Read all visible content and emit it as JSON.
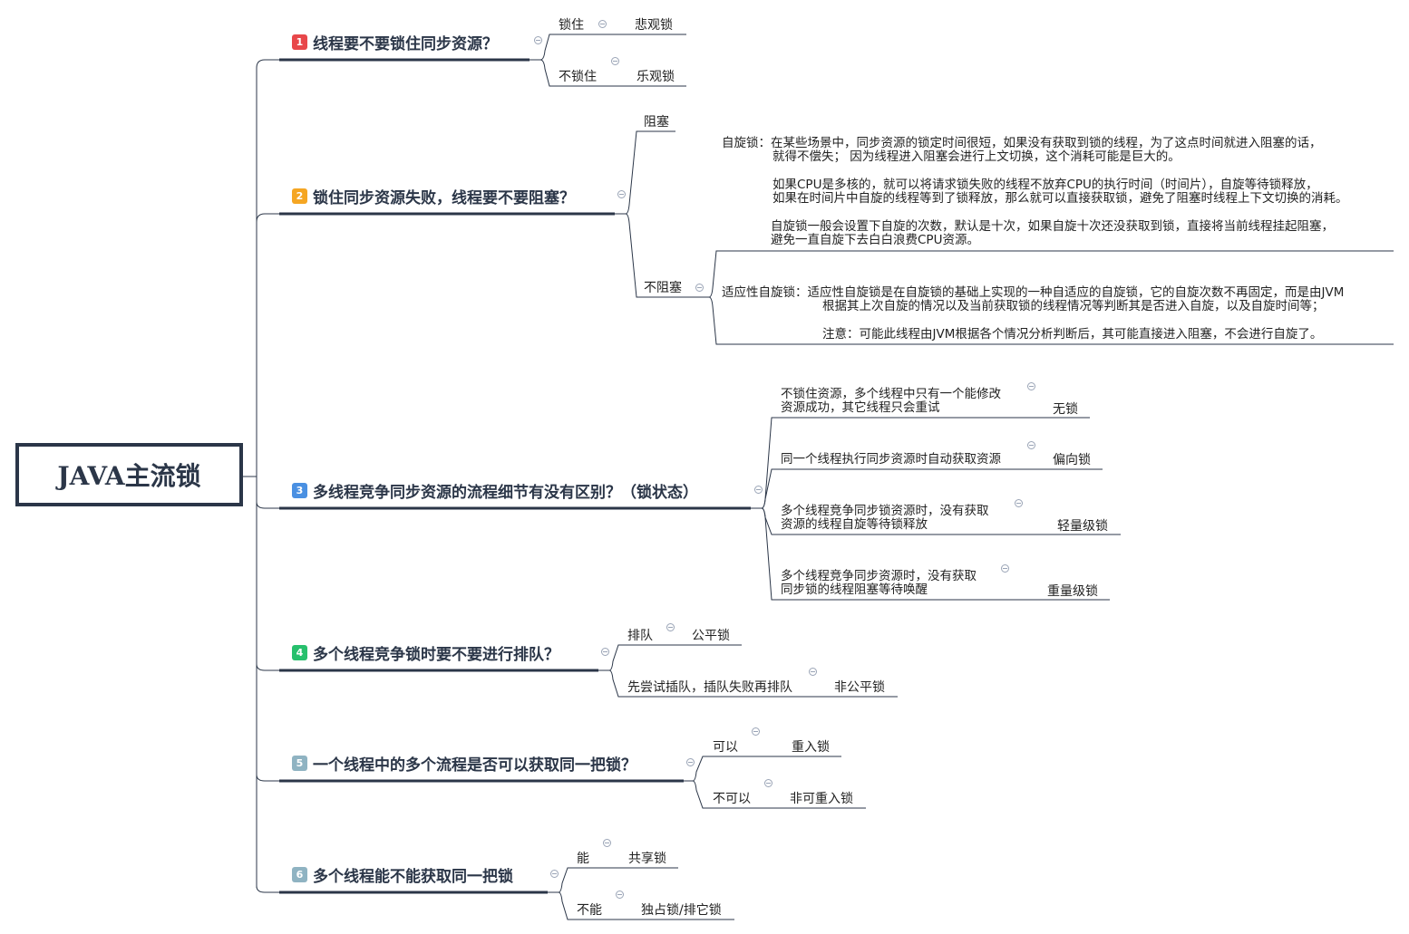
{
  "root": {
    "title": "JAVA主流锁"
  },
  "colors": {
    "b1": "#e8474a",
    "b2": "#f5a623",
    "b3": "#4a90e2",
    "b4": "#27c06d",
    "b5": "#8fb3c2",
    "b6": "#8fb3c2",
    "line": "#2b3648"
  },
  "branches": [
    {
      "num": "1",
      "label": "线程要不要锁住同步资源？",
      "options": [
        {
          "label": "锁住",
          "result": "悲观锁"
        },
        {
          "label": "不锁住",
          "result": "乐观锁"
        }
      ]
    },
    {
      "num": "2",
      "label": "锁住同步资源失败，线程要不要阻塞？",
      "options": [
        {
          "label": "阻塞"
        },
        {
          "label": "不阻塞"
        }
      ],
      "spin": {
        "line1": "自旋锁：在某些场景中，同步资源的锁定时间很短，如果没有获取到锁的线程，为了这点时间就进入阻塞的话，",
        "line2": "就得不偿失；  因为线程进入阻塞会进行上文切换，这个消耗可能是巨大的。",
        "line3": "如果CPU是多核的，就可以将请求锁失败的线程不放弃CPU的执行时间（时间片），自旋等待锁释放，",
        "line4": "如果在时间片中自旋的线程等到了锁释放，那么就可以直接获取锁，避免了阻塞时线程上下文切换的消耗。",
        "line5": "自旋锁一般会设置下自旋的次数，默认是十次，如果自旋十次还没获取到锁，直接将当前线程挂起阻塞，",
        "line6": "避免一直自旋下去白白浪费CPU资源。"
      },
      "adaptive": {
        "line1": "适应性自旋锁：适应性自旋锁是在自旋锁的基础上实现的一种自适应的自旋锁，它的自旋次数不再固定，而是由JVM",
        "line2": "根据其上次自旋的情况以及当前获取锁的线程情况等判断其是否进入自旋，以及自旋时间等；",
        "line3": "注意：可能此线程由JVM根据各个情况分析判断后，其可能直接进入阻塞，不会进行自旋了。"
      }
    },
    {
      "num": "3",
      "label": "多线程竞争同步资源的流程细节有没有区别？（锁状态）",
      "options": [
        {
          "line1": "不锁住资源，多个线程中只有一个能修改",
          "line2": "资源成功，其它线程只会重试",
          "result": "无锁"
        },
        {
          "line1": "同一个线程执行同步资源时自动获取资源",
          "result": "偏向锁"
        },
        {
          "line1": "多个线程竞争同步锁资源时，没有获取",
          "line2": "资源的线程自旋等待锁释放",
          "result": "轻量级锁"
        },
        {
          "line1": "多个线程竞争同步资源时，没有获取",
          "line2": "同步锁的线程阻塞等待唤醒",
          "result": "重量级锁"
        }
      ]
    },
    {
      "num": "4",
      "label": "多个线程竞争锁时要不要进行排队？",
      "options": [
        {
          "label": "排队",
          "result": "公平锁"
        },
        {
          "label": "先尝试插队，插队失败再排队",
          "result": "非公平锁"
        }
      ]
    },
    {
      "num": "5",
      "label": "一个线程中的多个流程是否可以获取同一把锁？",
      "options": [
        {
          "label": "可以",
          "result": "重入锁"
        },
        {
          "label": "不可以",
          "result": "非可重入锁"
        }
      ]
    },
    {
      "num": "6",
      "label": "多个线程能不能获取同一把锁",
      "options": [
        {
          "label": "能",
          "result": "共享锁"
        },
        {
          "label": "不能",
          "result": "独占锁/排它锁"
        }
      ]
    }
  ]
}
